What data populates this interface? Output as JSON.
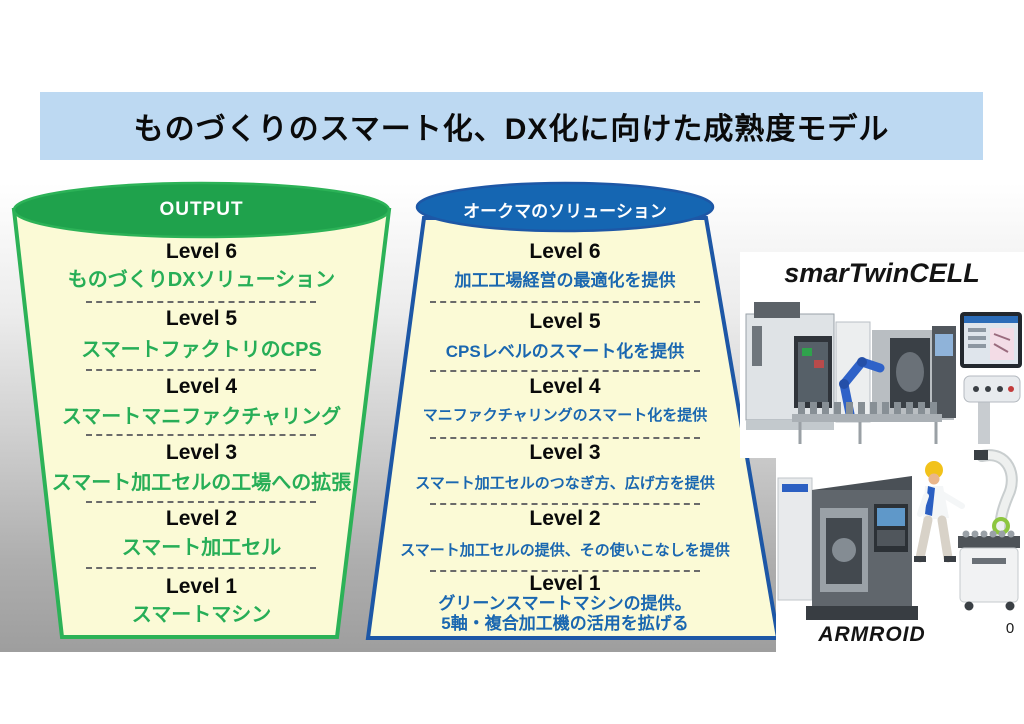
{
  "slide": {
    "title": "ものづくりのスマート化、DX化に向けた成熟度モデル",
    "page_number": "0"
  },
  "colors": {
    "title_bg": "#bdd9f2",
    "green_fill": "#1fa24c",
    "green_border": "#2cb257",
    "green_text": "#27ae57",
    "blue_fill": "#1566b2",
    "blue_border": "#1d57a6",
    "blue_text": "#1a67b0",
    "funnel_bg": "#fbfad6",
    "level_text": "#0a0a0a"
  },
  "output_funnel": {
    "header": "OUTPUT",
    "levels": [
      {
        "level": "Level 6",
        "label": "ものづくりDXソリューション"
      },
      {
        "level": "Level 5",
        "label": "スマートファクトリのCPS"
      },
      {
        "level": "Level 4",
        "label": "スマートマニファクチャリング"
      },
      {
        "level": "Level 3",
        "label": "スマート加工セルの工場への拡張"
      },
      {
        "level": "Level 2",
        "label": "スマート加工セル"
      },
      {
        "level": "Level 1",
        "label": "スマートマシン"
      }
    ]
  },
  "solution_funnel": {
    "header": "オークマのソリューション",
    "levels": [
      {
        "level": "Level 6",
        "label": "加工工場経営の最適化を提供"
      },
      {
        "level": "Level 5",
        "label": "CPSレベルのスマート化を提供"
      },
      {
        "level": "Level 4",
        "label": "マニファクチャリングのスマート化を提供"
      },
      {
        "level": "Level 3",
        "label": "スマート加工セルのつなぎ方、広げ方を提供"
      },
      {
        "level": "Level 2",
        "label": "スマート加工セルの提供、その使いこなしを提供"
      },
      {
        "level": "Level 1",
        "label": "グリーンスマートマシンの提供。",
        "label2": "5軸・複合加工機の活用を拡げる"
      }
    ]
  },
  "images": {
    "smartwincell_label": "smarTwinCELL",
    "armroid_label": "ARMROID"
  }
}
